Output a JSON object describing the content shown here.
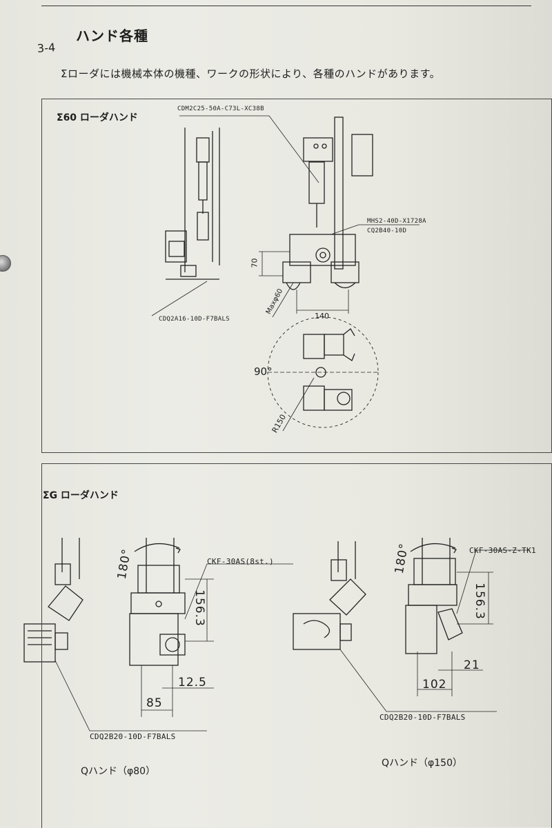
{
  "section": {
    "number": "3-4",
    "title": "ハンド各種",
    "intro": "Σローダには機械本体の機種、ワークの形状により、各種のハンドがあります。"
  },
  "panel1": {
    "title": "Σ60 ローダハンド",
    "labels": {
      "cylinder": "CDM2C25-50A-C73L-XC38B",
      "gripper": "MHS2-40D-X1728A",
      "gripper_cyl": "CQ2B40-10D",
      "left_cyl": "CDQ2A16-10D-F7BALS"
    },
    "dims": {
      "height": "70",
      "max_dia": "Maxφ60",
      "width": "140",
      "angle": "90°",
      "radius": "R150"
    }
  },
  "panel2": {
    "title": "ΣG ローダハンド",
    "left": {
      "rotation": "180°",
      "actuator": "CKF-30AS(8st.)",
      "height": "156.3",
      "offset": "12.5",
      "width": "85",
      "cylinder": "CDQ2B20-10D-F7BALS",
      "caption": "Qハンド（φ80）"
    },
    "right": {
      "rotation": "180°",
      "actuator": "CKF-30AS-Z-TK1",
      "height": "156.3",
      "offset": "21",
      "width": "102",
      "cylinder": "CDQ2B20-10D-F7BALS",
      "caption": "Qハンド（φ150）"
    }
  }
}
